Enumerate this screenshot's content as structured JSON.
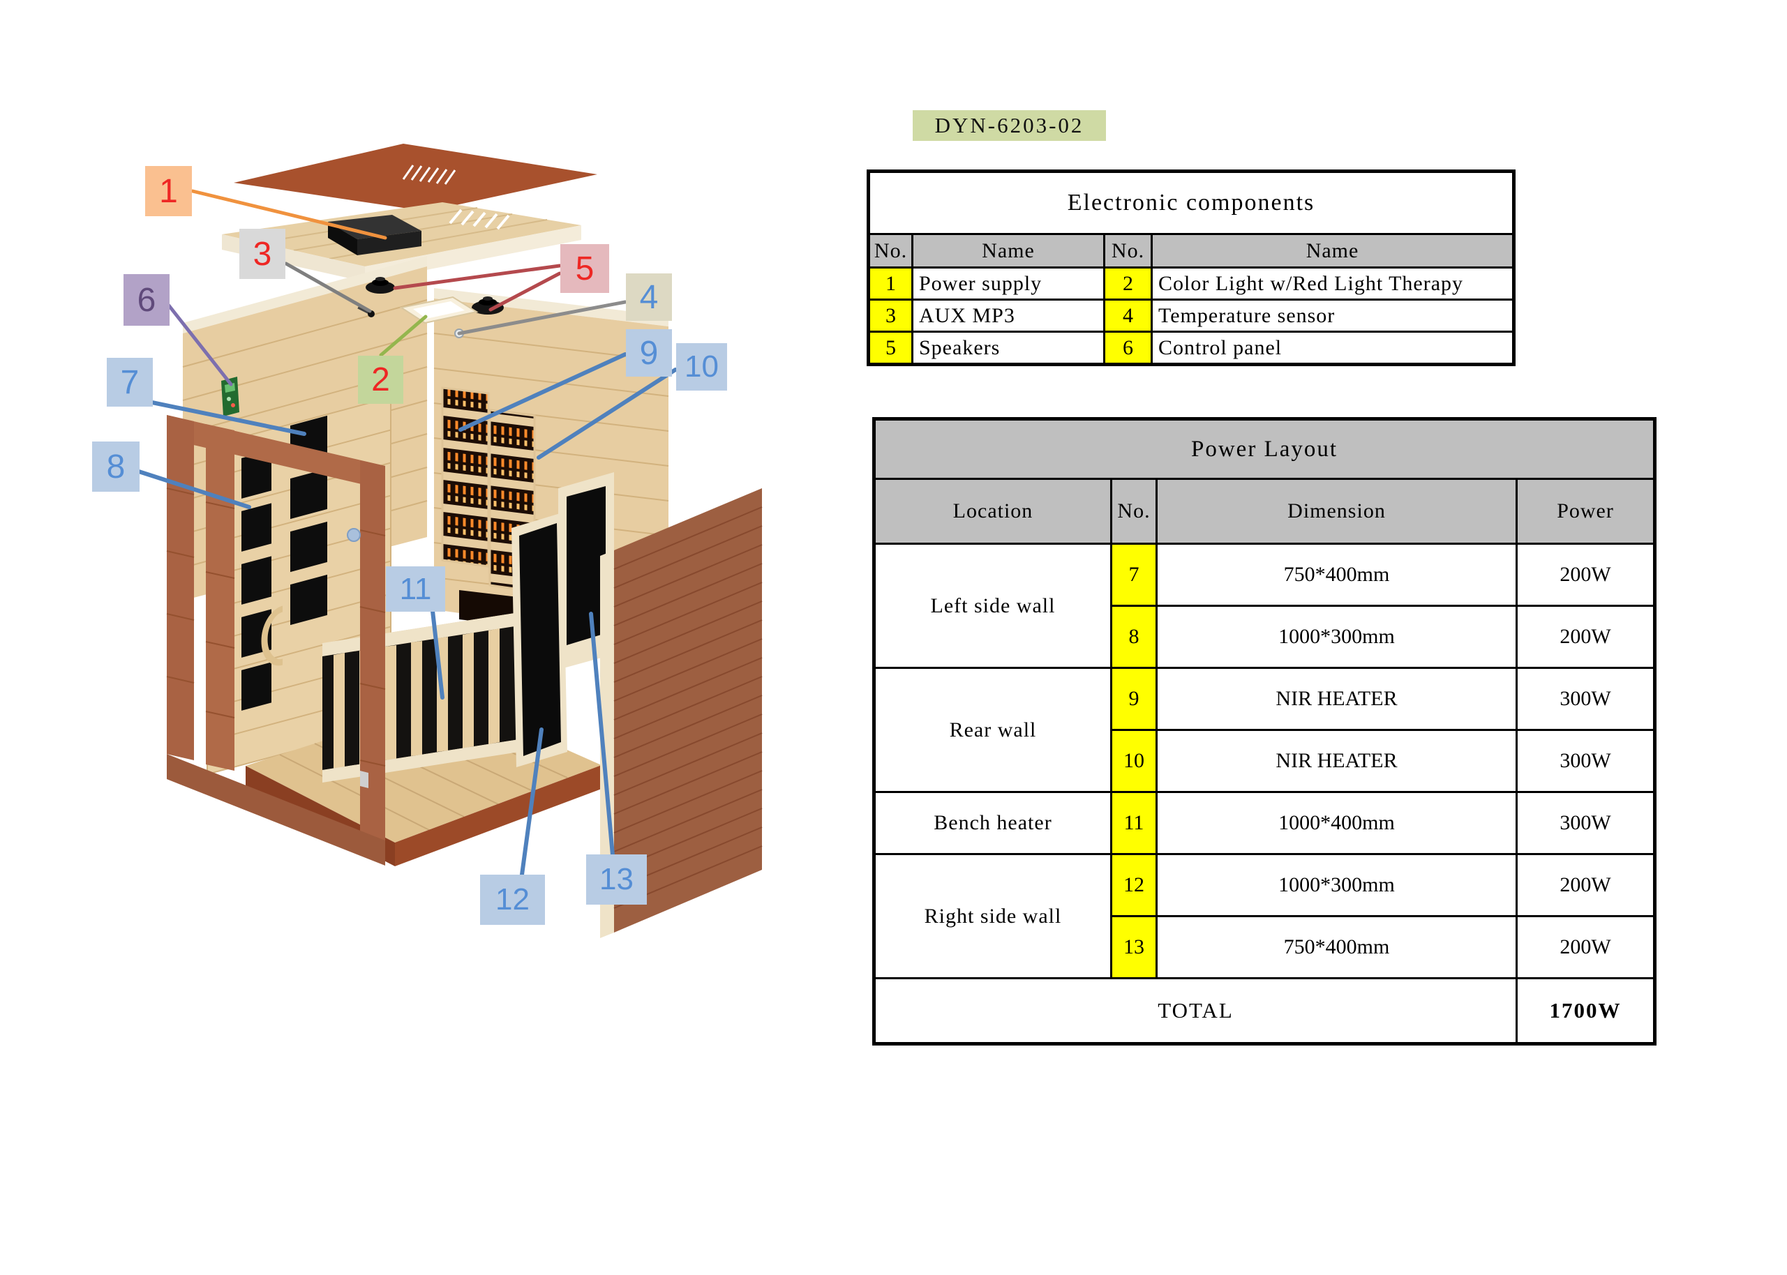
{
  "badge": {
    "text": "DYN-6203-02"
  },
  "electronic_components": {
    "title": "Electronic components",
    "columns": [
      "No.",
      "Name",
      "No.",
      "Name"
    ],
    "rows": [
      {
        "no1": "1",
        "name1": "Power supply",
        "no2": "2",
        "name2": "Color Light w/Red Light Therapy"
      },
      {
        "no1": "3",
        "name1": "AUX MP3",
        "no2": "4",
        "name2": "Temperature sensor"
      },
      {
        "no1": "5",
        "name1": "Speakers",
        "no2": "6",
        "name2": "Control panel"
      }
    ]
  },
  "power_layout": {
    "title": "Power Layout",
    "columns": [
      "Location",
      "No.",
      "Dimension",
      "Power"
    ],
    "groups": [
      {
        "location": "Left side wall",
        "rows": [
          {
            "no": "7",
            "dimension": "750*400mm",
            "power": "200W"
          },
          {
            "no": "8",
            "dimension": "1000*300mm",
            "power": "200W"
          }
        ]
      },
      {
        "location": "Rear wall",
        "rows": [
          {
            "no": "9",
            "dimension": "NIR HEATER",
            "power": "300W"
          },
          {
            "no": "10",
            "dimension": "NIR HEATER",
            "power": "300W"
          }
        ]
      },
      {
        "location": "Bench heater",
        "rows": [
          {
            "no": "11",
            "dimension": "1000*400mm",
            "power": "300W"
          }
        ]
      },
      {
        "location": "Right side wall",
        "rows": [
          {
            "no": "12",
            "dimension": "1000*300mm",
            "power": "200W"
          },
          {
            "no": "13",
            "dimension": "750*400mm",
            "power": "200W"
          }
        ]
      }
    ],
    "total_label": "TOTAL",
    "total_power": "1700W"
  },
  "diagram": {
    "labels": [
      {
        "num": "1",
        "bg": "#fac090",
        "fg": "#ee2724",
        "line": "#f0923e"
      },
      {
        "num": "2",
        "bg": "#c3d69b",
        "fg": "#ee2724",
        "line": "#94b64e"
      },
      {
        "num": "3",
        "bg": "#d9d9d9",
        "fg": "#ee2724",
        "line": "#7f7f7f"
      },
      {
        "num": "4",
        "bg": "#ddd9c3",
        "fg": "#558ed5",
        "line": "#8c8c8c"
      },
      {
        "num": "5",
        "bg": "#e5b9bd",
        "fg": "#ee2724",
        "line": "#b4494d"
      },
      {
        "num": "6",
        "bg": "#b2a2c7",
        "fg": "#604a7b",
        "line": "#7d6fae"
      },
      {
        "num": "7",
        "bg": "#b8cce4",
        "fg": "#558ed5",
        "line": "#4f81bd"
      },
      {
        "num": "8",
        "bg": "#b8cce4",
        "fg": "#558ed5",
        "line": "#4f81bd"
      },
      {
        "num": "9",
        "bg": "#b8cce4",
        "fg": "#558ed5",
        "line": "#4f81bd"
      },
      {
        "num": "10",
        "bg": "#b8cce4",
        "fg": "#558ed5",
        "line": "#4f81bd"
      },
      {
        "num": "11",
        "bg": "#b8cce4",
        "fg": "#558ed5",
        "line": "#4f81bd"
      },
      {
        "num": "12",
        "bg": "#b8cce4",
        "fg": "#558ed5",
        "line": "#4f81bd"
      },
      {
        "num": "13",
        "bg": "#b8cce4",
        "fg": "#558ed5",
        "line": "#4f81bd"
      }
    ]
  },
  "colors": {
    "table_header_gray": "#bfbfbf",
    "number_cell_yellow": "#ffff00",
    "badge_green": "#cfdaa4",
    "wood_light": "#e7cda1",
    "wood_red": "#9d5f41",
    "roof_red": "#a8512d",
    "heater_glow": "#ff8a2a",
    "leader_blue": "#4f81bd"
  }
}
